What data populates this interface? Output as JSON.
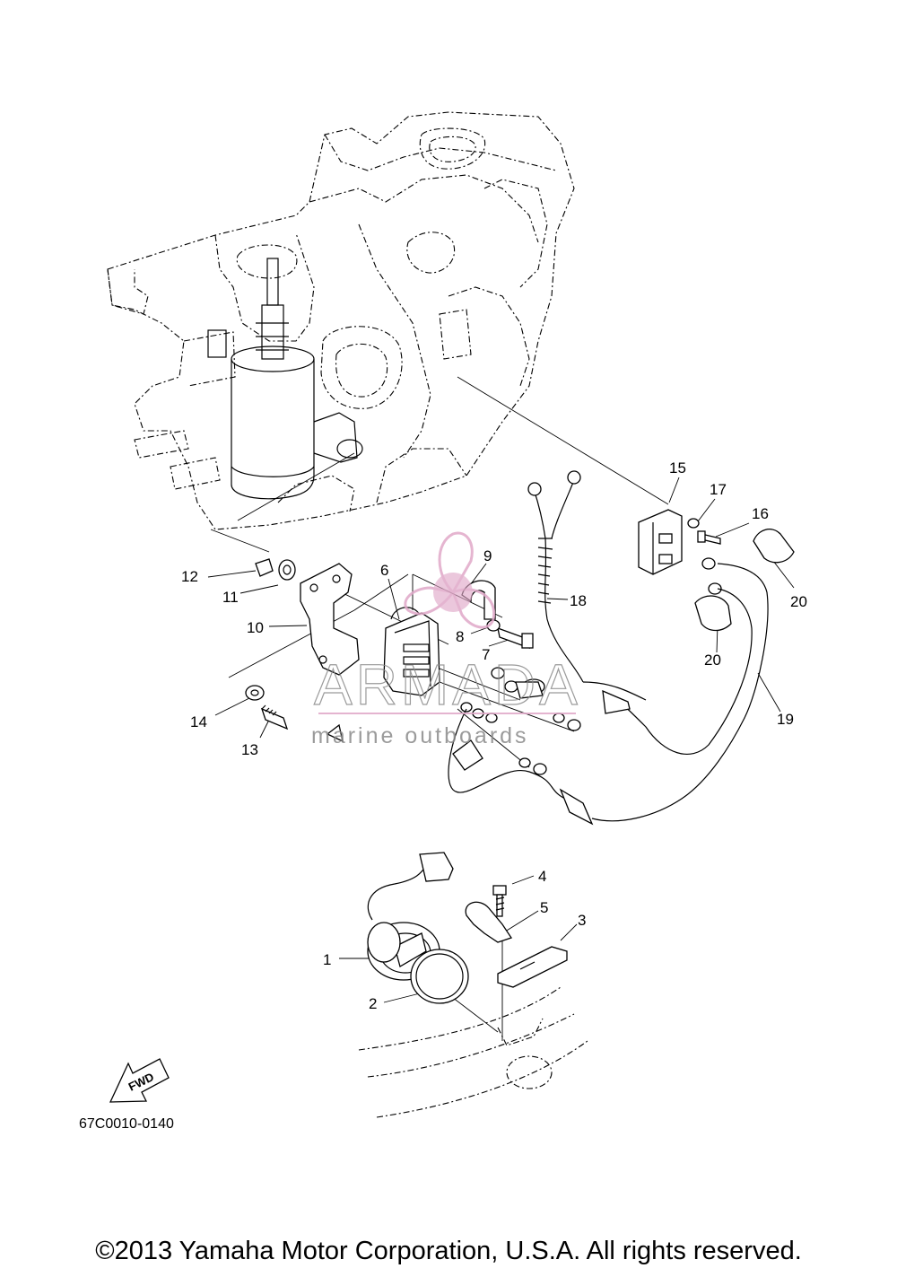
{
  "diagram": {
    "diagram_code": "67C0010-0140",
    "copyright": "©2013 Yamaha Motor Corporation, U.S.A. All rights reserved.",
    "watermark": {
      "brand": "ARMADA",
      "tagline": "marine outboards",
      "accent_color": "#e0a8c8"
    },
    "fwd_label": "FWD",
    "callouts": {
      "c1": "1",
      "c2": "2",
      "c3": "3",
      "c4": "4",
      "c5": "5",
      "c6": "6",
      "c7": "7",
      "c8": "8",
      "c9": "9",
      "c10": "10",
      "c11": "11",
      "c12": "12",
      "c13": "13",
      "c14": "14",
      "c15": "15",
      "c16": "16",
      "c17": "17",
      "c18": "18",
      "c19": "19",
      "c20a": "20",
      "c20b": "20"
    }
  }
}
